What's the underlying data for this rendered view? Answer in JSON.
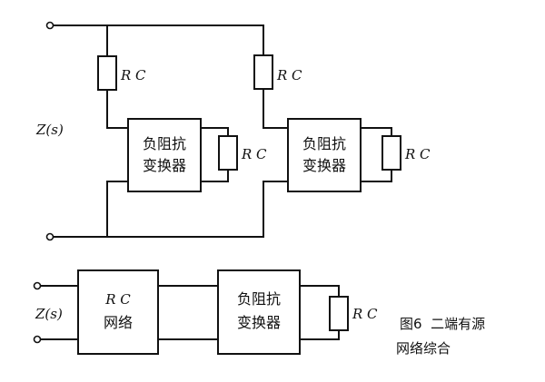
{
  "top_circuit": {
    "port_label": "Z(s)",
    "resistor_labels": [
      "R C",
      "R C",
      "R C",
      "R C"
    ],
    "converter_1": {
      "line1": "负阻抗",
      "line2": "变换器"
    },
    "converter_2": {
      "line1": "负阻抗",
      "line2": "变换器"
    }
  },
  "bottom_circuit": {
    "port_label": "Z(s)",
    "rc_network": {
      "line1": "R C",
      "line2": "网络"
    },
    "converter": {
      "line1": "负阻抗",
      "line2": "变换器"
    },
    "load_label": "R C"
  },
  "caption": {
    "line1": "图6  二端有源",
    "line2": "网络综合"
  }
}
